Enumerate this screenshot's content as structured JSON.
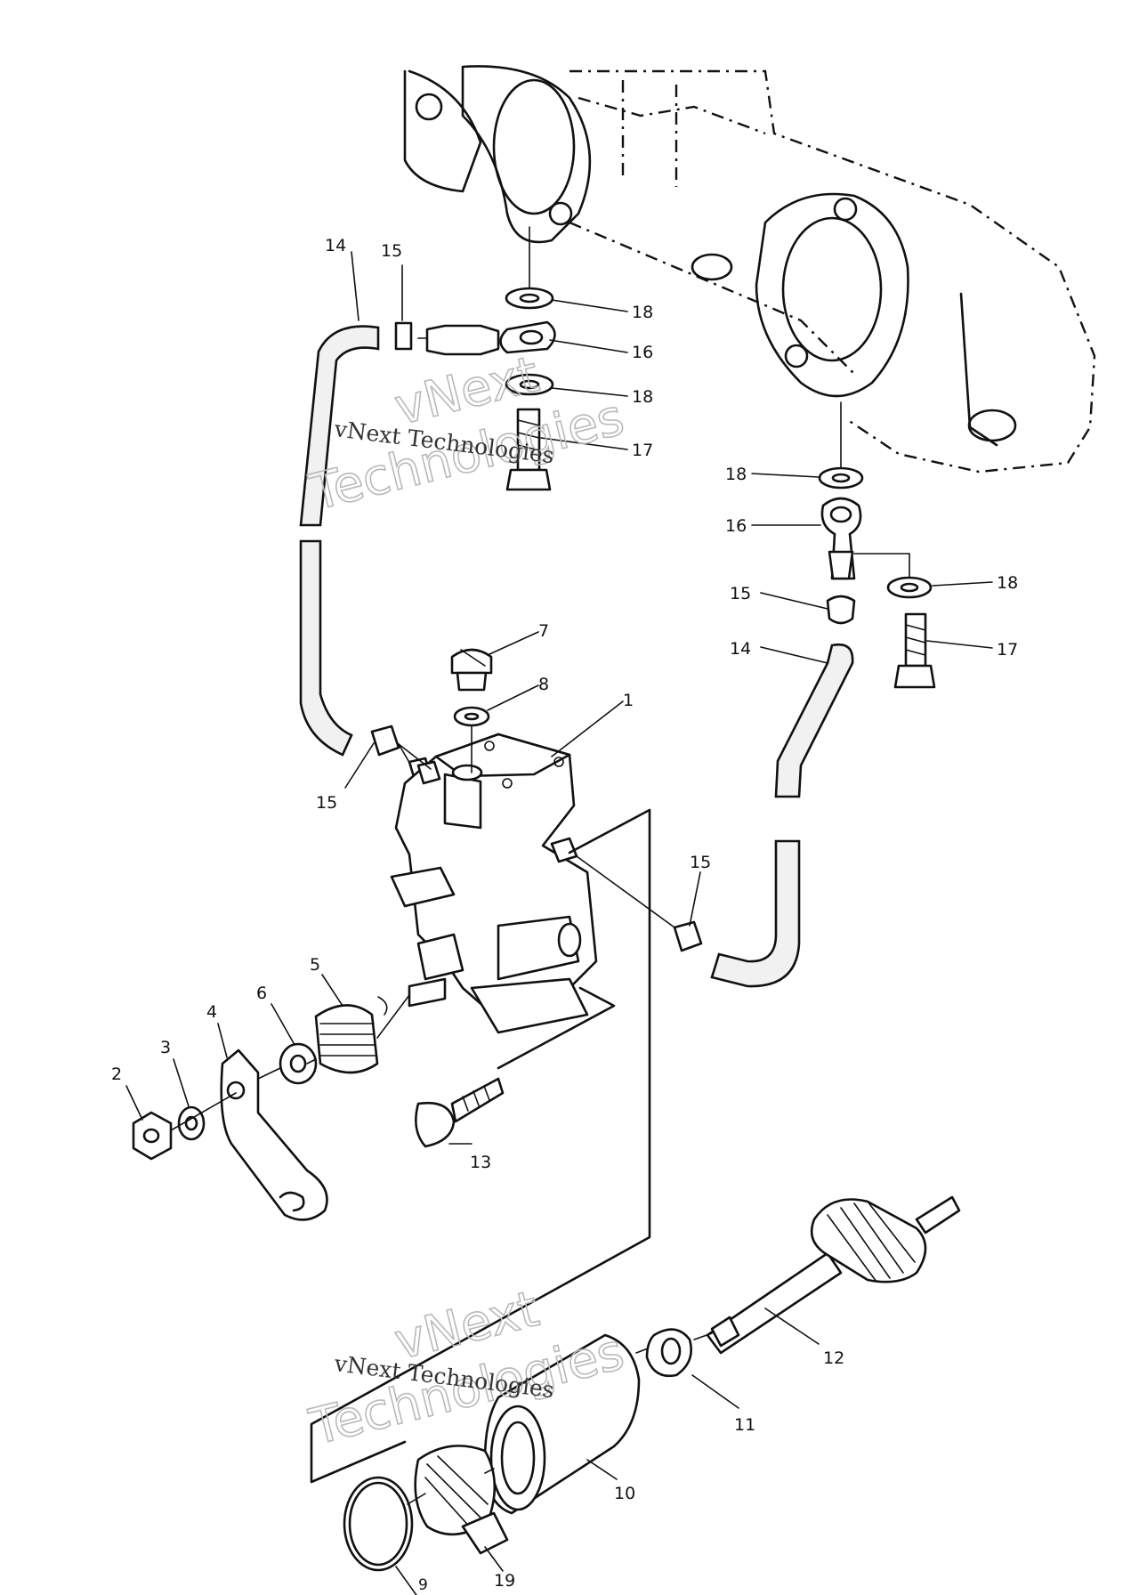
{
  "diagram": {
    "callouts": [
      {
        "id": "c14a",
        "label": "14"
      },
      {
        "id": "c15a",
        "label": "15"
      },
      {
        "id": "c18a",
        "label": "18"
      },
      {
        "id": "c16a",
        "label": "16"
      },
      {
        "id": "c18b",
        "label": "18"
      },
      {
        "id": "c17a",
        "label": "17"
      },
      {
        "id": "c18c",
        "label": "18"
      },
      {
        "id": "c16b",
        "label": "16"
      },
      {
        "id": "c18d",
        "label": "18"
      },
      {
        "id": "c15b",
        "label": "15"
      },
      {
        "id": "c14b",
        "label": "14"
      },
      {
        "id": "c17b",
        "label": "17"
      },
      {
        "id": "c7",
        "label": "7"
      },
      {
        "id": "c8",
        "label": "8"
      },
      {
        "id": "c1",
        "label": "1"
      },
      {
        "id": "c15c",
        "label": "15"
      },
      {
        "id": "c15d",
        "label": "15"
      },
      {
        "id": "c5",
        "label": "5"
      },
      {
        "id": "c6",
        "label": "6"
      },
      {
        "id": "c4",
        "label": "4"
      },
      {
        "id": "c3",
        "label": "3"
      },
      {
        "id": "c2",
        "label": "2"
      },
      {
        "id": "c13",
        "label": "13"
      },
      {
        "id": "c12",
        "label": "12"
      },
      {
        "id": "c11",
        "label": "11"
      },
      {
        "id": "c10",
        "label": "10"
      },
      {
        "id": "c19",
        "label": "19"
      },
      {
        "id": "c9",
        "label": "9"
      }
    ],
    "watermarks": [
      {
        "big_line1": "vNext",
        "big_line2": "Technologies",
        "small": "vNext Technologies"
      },
      {
        "big_line1": "vNext",
        "big_line2": "Technologies",
        "small": "vNext Technologies"
      }
    ]
  }
}
